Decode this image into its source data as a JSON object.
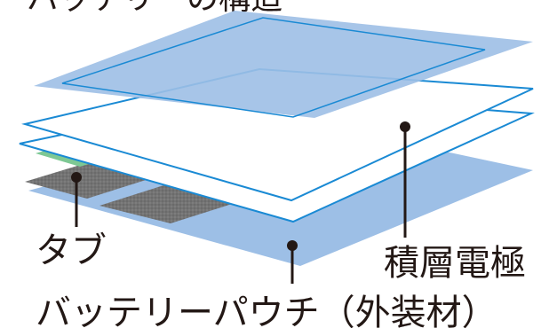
{
  "title": "バッテリーの構造",
  "labels": {
    "tab": "タブ",
    "stacked_electrode": "積層電極",
    "pouch": "バッテリーパウチ（外装材）"
  },
  "colors": {
    "pouch_blue": "#9dbfe6",
    "outline_blue": "#1a8ad4",
    "tab_gray": "#6f6f6f",
    "tab_green": "#7dc894",
    "leader": "#231815"
  }
}
